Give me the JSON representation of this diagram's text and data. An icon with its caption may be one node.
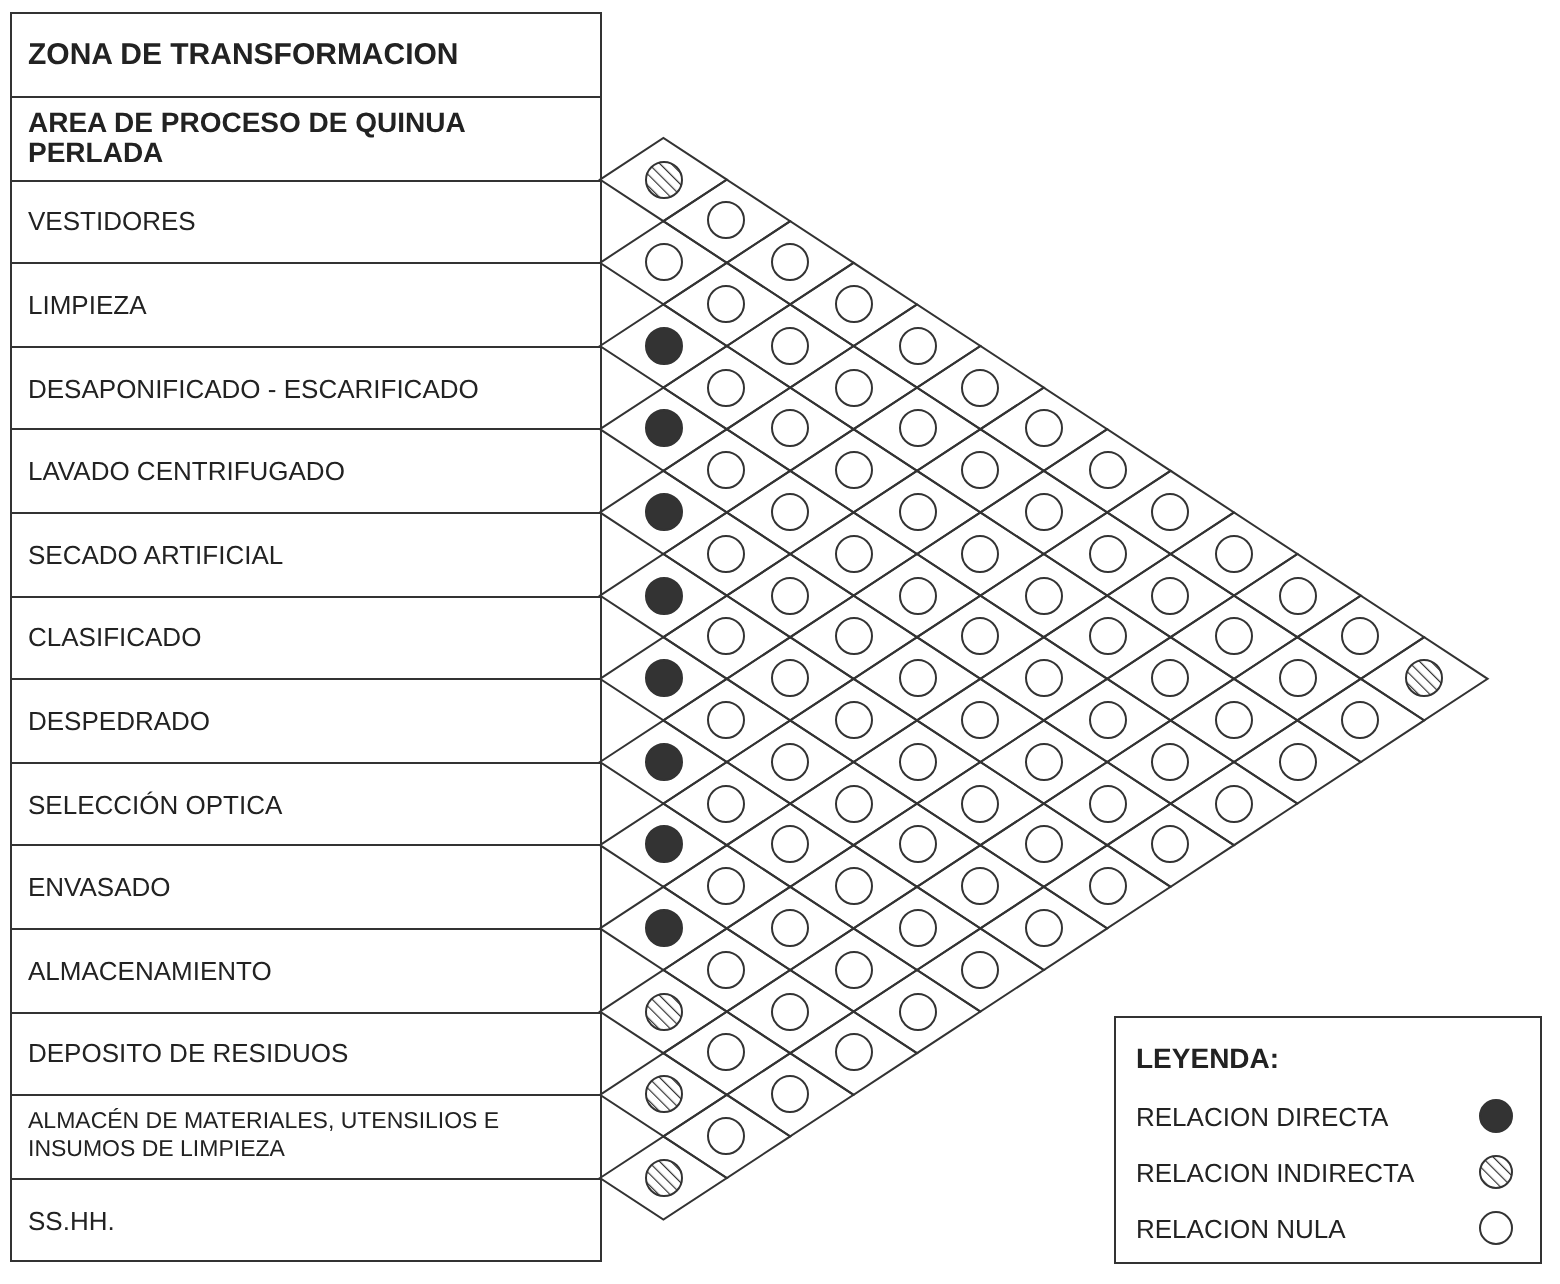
{
  "diagram": {
    "nodes": [
      {
        "text": [
          "ZONA DE TRANSFORMACION"
        ]
      },
      {
        "text": [
          "AREA DE PROCESO DE QUINUA PERLADA"
        ]
      },
      {
        "text": [
          "VESTIDORES"
        ]
      },
      {
        "text": [
          "LIMPIEZA"
        ]
      },
      {
        "text": [
          "DESAPONIFICADO - ESCARIFICADO"
        ]
      },
      {
        "text": [
          "LAVADO CENTRIFUGADO"
        ]
      },
      {
        "text": [
          "SECADO ARTIFICIAL"
        ]
      },
      {
        "text": [
          "CLASIFICADO"
        ]
      },
      {
        "text": [
          "DESPEDRADO"
        ]
      },
      {
        "text": [
          "SELECCIÓN OPTICA"
        ]
      },
      {
        "text": [
          "ENVASADO"
        ]
      },
      {
        "text": [
          "ALMACENAMIENTO"
        ]
      },
      {
        "text": [
          "DEPOSITO DE RESIDUOS"
        ]
      },
      {
        "text": [
          "ALMACÉN DE MATERIALES, UTENSILIOS E INSUMOS DE LIMPIEZA"
        ]
      },
      {
        "text": [
          "SS.HH."
        ]
      },
      {
        "text": [],
        "shape": "hatched"
      },
      {
        "text": [],
        "shape": "circle"
      },
      {
        "text": [],
        "shape": "disc"
      },
      {
        "text": [],
        "shape": "disc"
      },
      {
        "text": [],
        "shape": "disc"
      },
      {
        "text": [],
        "shape": "disc"
      },
      {
        "text": [],
        "shape": "disc"
      },
      {
        "text": [],
        "shape": "disc"
      },
      {
        "text": [],
        "shape": "disc"
      },
      {
        "text": [],
        "shape": "disc"
      },
      {
        "text": [],
        "shape": "hatched"
      },
      {
        "text": [],
        "shape": "hatched"
      },
      {
        "text": [],
        "shape": "hatched"
      },
      {
        "text": [],
        "shape": "circle"
      },
      {
        "text": [],
        "shape": "circle"
      },
      {
        "text": [],
        "shape": "circle"
      },
      {
        "text": [],
        "shape": "circle"
      },
      {
        "text": [],
        "shape": "circle"
      },
      {
        "text": [],
        "shape": "circle"
      },
      {
        "text": [],
        "shape": "circle"
      },
      {
        "text": [],
        "shape": "circle"
      },
      {
        "text": [],
        "shape": "circle"
      },
      {
        "text": [],
        "shape": "circle"
      },
      {
        "text": [],
        "shape": "circle"
      },
      {
        "text": [],
        "shape": "circle"
      },
      {
        "text": [],
        "shape": "circle"
      },
      {
        "text": [],
        "shape": "circle"
      },
      {
        "text": [],
        "shape": "circle"
      },
      {
        "text": [],
        "shape": "circle"
      },
      {
        "text": [],
        "shape": "circle"
      },
      {
        "text": [],
        "shape": "circle"
      },
      {
        "text": [],
        "shape": "circle"
      },
      {
        "text": [],
        "shape": "circle"
      },
      {
        "text": [],
        "shape": "circle"
      },
      {
        "text": [],
        "shape": "circle"
      },
      {
        "text": [],
        "shape": "circle"
      },
      {
        "text": [],
        "shape": "circle"
      },
      {
        "text": [],
        "shape": "circle"
      },
      {
        "text": [],
        "shape": "circle"
      },
      {
        "text": [],
        "shape": "circle"
      },
      {
        "text": [],
        "shape": "circle"
      },
      {
        "text": [],
        "shape": "circle"
      },
      {
        "text": [],
        "shape": "circle"
      },
      {
        "text": [],
        "shape": "circle"
      },
      {
        "text": [],
        "shape": "circle"
      },
      {
        "text": [],
        "shape": "circle"
      },
      {
        "text": [],
        "shape": "circle"
      },
      {
        "text": [],
        "shape": "circle"
      },
      {
        "text": [],
        "shape": "circle"
      },
      {
        "text": [],
        "shape": "circle"
      },
      {
        "text": [],
        "shape": "circle"
      },
      {
        "text": [],
        "shape": "circle"
      },
      {
        "text": [],
        "shape": "circle"
      },
      {
        "text": [],
        "shape": "circle"
      },
      {
        "text": [],
        "shape": "circle"
      },
      {
        "text": [],
        "shape": "circle"
      },
      {
        "text": [],
        "shape": "circle"
      },
      {
        "text": [],
        "shape": "circle"
      },
      {
        "text": [],
        "shape": "circle"
      },
      {
        "text": [],
        "shape": "circle"
      },
      {
        "text": [],
        "shape": "circle"
      },
      {
        "text": [],
        "shape": "circle"
      },
      {
        "text": [],
        "shape": "circle"
      },
      {
        "text": [],
        "shape": "circle"
      },
      {
        "text": [],
        "shape": "circle"
      },
      {
        "text": [],
        "shape": "circle"
      },
      {
        "text": [],
        "shape": "circle"
      },
      {
        "text": [],
        "shape": "circle"
      },
      {
        "text": [],
        "shape": "circle"
      },
      {
        "text": [],
        "shape": "circle"
      },
      {
        "text": [],
        "shape": "circle"
      },
      {
        "text": [],
        "shape": "circle"
      },
      {
        "text": [],
        "shape": "circle"
      },
      {
        "text": [],
        "shape": "circle"
      },
      {
        "text": [],
        "shape": "circle"
      },
      {
        "text": [],
        "shape": "circle"
      },
      {
        "text": [],
        "shape": "circle"
      },
      {
        "text": [],
        "shape": "circle"
      },
      {
        "text": [],
        "shape": "circle"
      },
      {
        "text": [],
        "shape": "circle"
      },
      {
        "text": [],
        "shape": "circle"
      },
      {
        "text": [],
        "shape": "circle"
      },
      {
        "text": [],
        "shape": "circle"
      },
      {
        "text": [],
        "shape": "circle"
      },
      {
        "text": [],
        "shape": "circle"
      },
      {
        "text": [],
        "shape": "circle"
      },
      {
        "text": [],
        "shape": "circle"
      },
      {
        "text": [],
        "shape": "circle"
      },
      {
        "text": [],
        "shape": "circle"
      },
      {
        "text": [],
        "shape": "circle"
      },
      {
        "text": [],
        "shape": "hatched"
      }
    ],
    "labels": [
      "LEYENDA:"
    ],
    "legend": [
      {
        "text": "RELACION DIRECTA"
      },
      {
        "text": "RELACION INDIRECTA"
      },
      {
        "text": "RELACION NULA"
      }
    ]
  }
}
